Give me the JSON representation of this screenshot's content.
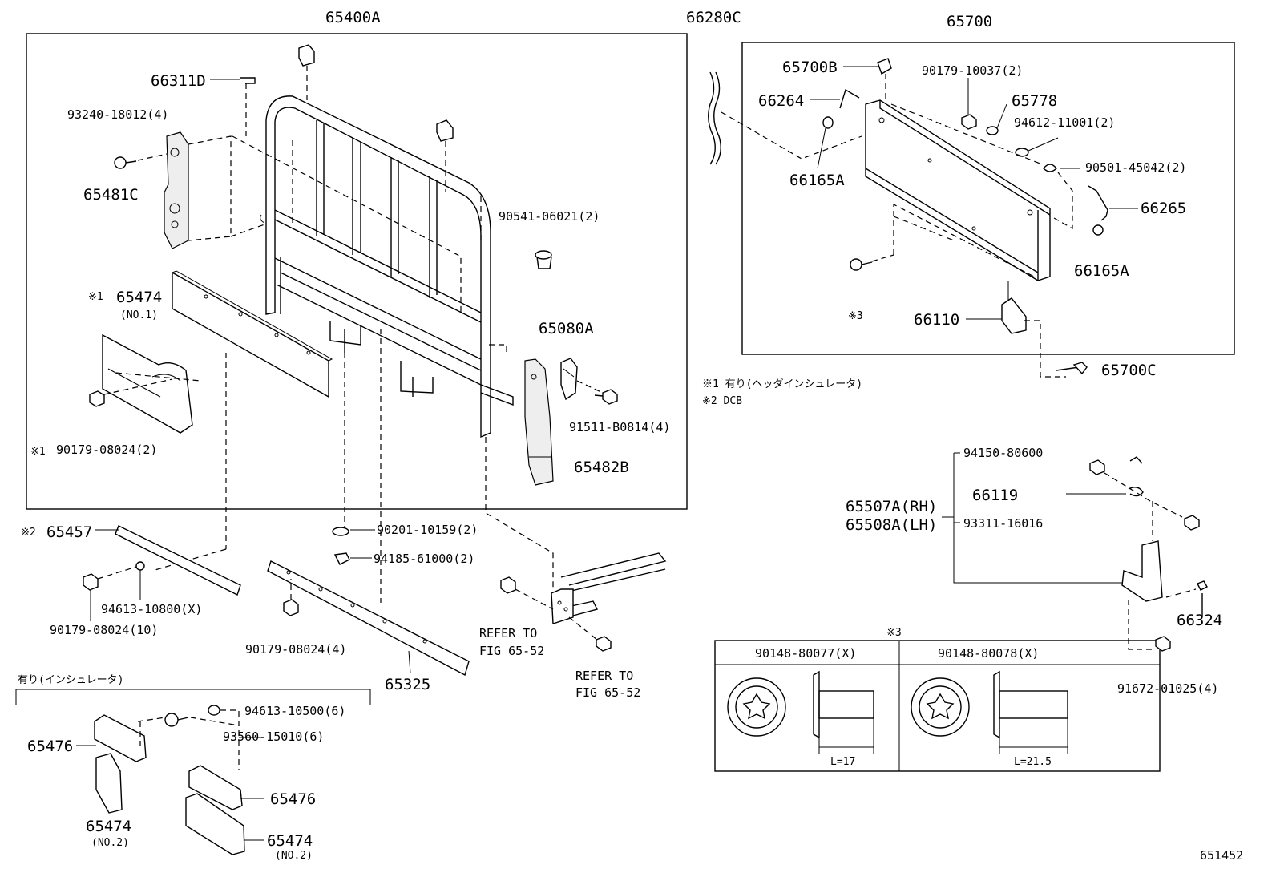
{
  "labels": {
    "l65400A": "65400A",
    "l66311D": "66311D",
    "l93240": "93240-18012(4)",
    "l65481C": "65481C",
    "l90541": "90541-06021(2)",
    "mark1a": "※1",
    "l65474a": "65474",
    "no1": "(NO.1)",
    "l65080A": "65080A",
    "l91511": "91511-B0814(4)",
    "mark1b": "※1",
    "l90179a": "90179-08024(2)",
    "l65482B": "65482B",
    "l66280C": "66280C",
    "l65700": "65700",
    "l65700B": "65700B",
    "l90179b": "90179-10037(2)",
    "l66264": "66264",
    "l65778": "65778",
    "l94612": "94612-11001(2)",
    "l66165Aa": "66165A",
    "l90501": "90501-45042(2)",
    "l66265": "66265",
    "l66165Ab": "66165A",
    "mark3a": "※3",
    "l66110": "66110",
    "l65700C": "65700C",
    "note1": "※1 有り(ヘッダインシュレータ)",
    "note2": "※2 DCB",
    "mark2": "※2",
    "l65457": "65457",
    "l90201": "90201-10159(2)",
    "l94185": "94185-61000(2)",
    "l94613a": "94613-10800(X)",
    "l90179c": "90179-08024(10)",
    "l90179d": "90179-08024(4)",
    "l65325": "65325",
    "refer1a": "REFER TO",
    "refer1b": "FIG 65-52",
    "refer2a": "REFER TO",
    "refer2b": "FIG 65-52",
    "l94150": "94150-80600",
    "l66119": "66119",
    "l65507A": "65507A(RH)",
    "l65508A": "65508A(LH)",
    "l93311": "93311-16016",
    "l66324": "66324",
    "l91672": "91672-01025(4)",
    "mark3b": "※3",
    "l90148a": "90148-80077(X)",
    "l90148b": "90148-80078(X)",
    "len1": "L=17",
    "len2": "L=21.5",
    "insul": "有り(インシュレータ)",
    "l94613b": "94613-10500(6)",
    "l93560": "93560-15010(6)",
    "l65476a": "65476",
    "l65476b": "65476",
    "l65474b": "65474",
    "no2a": "(NO.2)",
    "l65474c": "65474",
    "no2b": "(NO.2)",
    "figno": "651452"
  }
}
